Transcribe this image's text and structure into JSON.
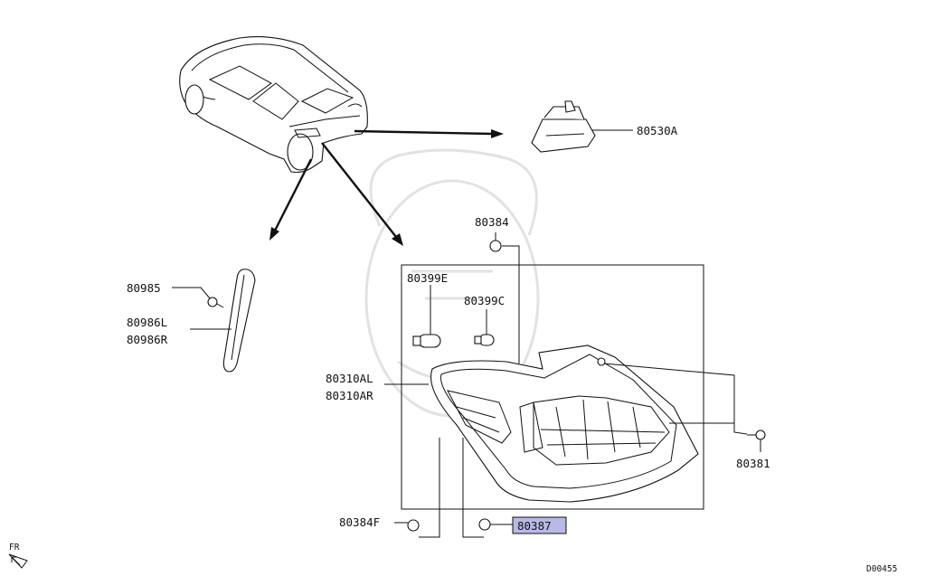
{
  "diagram": {
    "frame_code": "D00455",
    "direction_marker": "FR",
    "highlight_color": "#b9b9e8",
    "parts": {
      "license_lamp": "80530A",
      "bulb_cap": "80384",
      "bulb_e": "80399E",
      "bulb_c": "80399C",
      "screw_reflector": "80985",
      "reflector_l": "80986L",
      "reflector_r": "80986R",
      "lamp_assy_l": "80310AL",
      "lamp_assy_r": "80310AR",
      "screw_lamp": "80381",
      "cap_f": "80384F",
      "nut": "80387"
    }
  }
}
